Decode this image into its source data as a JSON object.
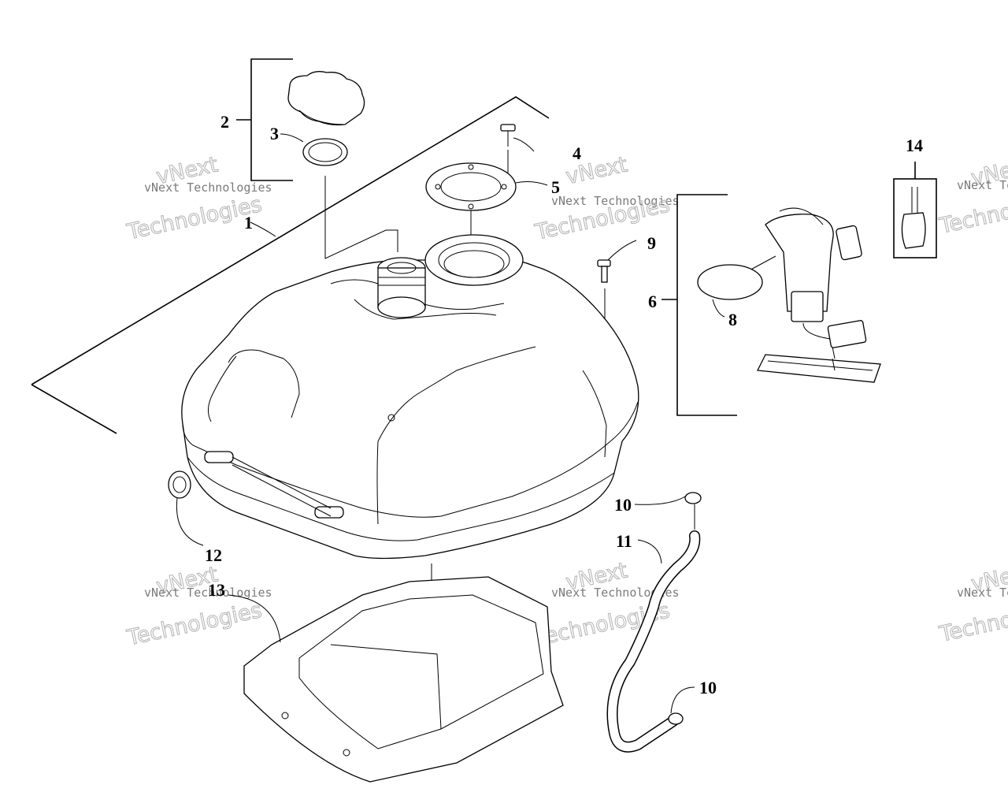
{
  "watermark": {
    "line1": "vNext",
    "line2": "vNext Technologies",
    "line3": "Technologies"
  },
  "labels": {
    "p1": "1",
    "p2": "2",
    "p3": "3",
    "p4": "4",
    "p5": "5",
    "p6": "6",
    "p8": "8",
    "p9": "9",
    "p10a": "10",
    "p10b": "10",
    "p11": "11",
    "p12": "12",
    "p13": "13",
    "p14": "14"
  }
}
